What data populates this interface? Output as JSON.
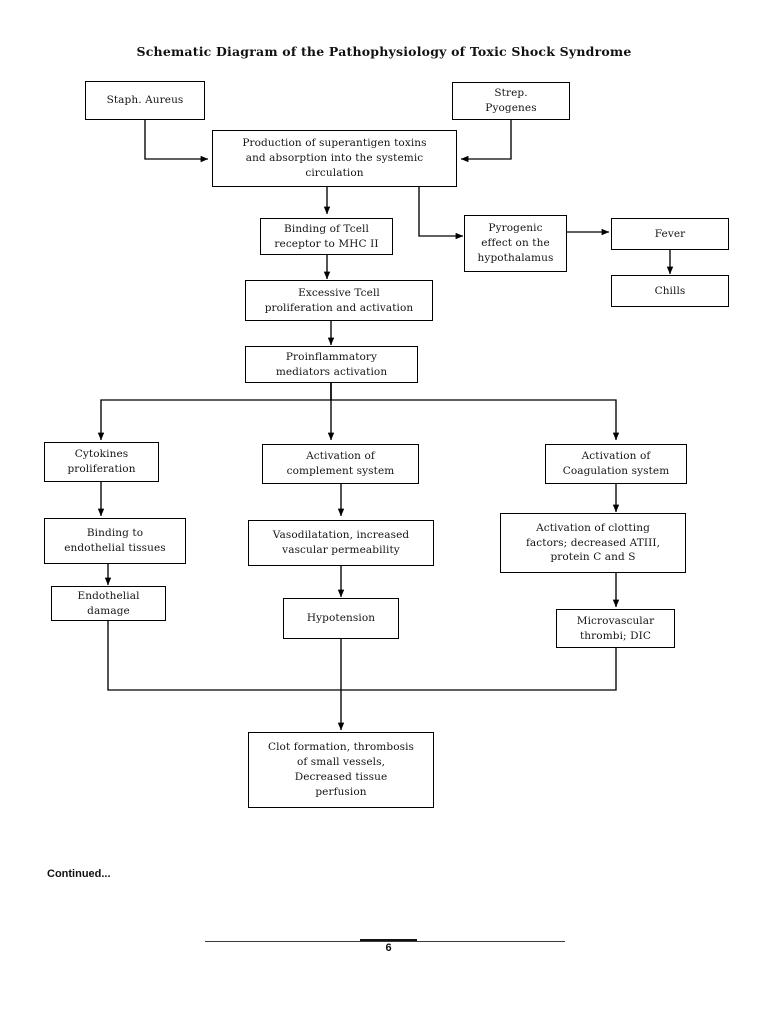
{
  "document": {
    "title": "Schematic Diagram of the Pathophysiology of Toxic Shock Syndrome",
    "continued_label": "Continued...",
    "page_number": "6"
  },
  "colors": {
    "ink": "#000000",
    "paper": "#ffffff",
    "rule": "#3a3a3a"
  },
  "diagram": {
    "type": "flowchart",
    "nodes": {
      "staph": "Staph. Aureus",
      "strep": "Strep.\nPyogenes",
      "production": "Production of superantigen toxins\nand absorption into the systemic\ncirculation",
      "binding_tcell": "Binding of Tcell\nreceptor to MHC II",
      "pyrogenic": "Pyrogenic\neffect on the\nhypothalamus",
      "fever": "Fever",
      "chills": "Chills",
      "excessive_tcell": "Excessive Tcell\nproliferation and activation",
      "proinflammatory": "Proinflammatory\nmediators activation",
      "cytokines": "Cytokines\nproliferation",
      "binding_endothelial": "Binding to\nendothelial tissues",
      "endothelial_damage": "Endothelial\ndamage",
      "complement": "Activation of\ncomplement system",
      "vasodilatation": "Vasodilatation, increased\nvascular permeability",
      "hypotension": "Hypotension",
      "coagulation": "Activation of\nCoagulation system",
      "clotting_factors": "Activation of clotting\nfactors; decreased ATIII,\nprotein C and S",
      "microvascular": "Microvascular\nthrombi; DIC",
      "clot_formation": "Clot formation, thrombosis\nof small vessels,\nDecreased tissue\nperfusion"
    },
    "edges": [
      {
        "from": "staph",
        "to": "production"
      },
      {
        "from": "strep",
        "to": "production"
      },
      {
        "from": "production",
        "to": "binding_tcell"
      },
      {
        "from": "production",
        "to": "pyrogenic"
      },
      {
        "from": "pyrogenic",
        "to": "fever"
      },
      {
        "from": "fever",
        "to": "chills"
      },
      {
        "from": "binding_tcell",
        "to": "excessive_tcell"
      },
      {
        "from": "excessive_tcell",
        "to": "proinflammatory"
      },
      {
        "from": "proinflammatory",
        "to": "cytokines"
      },
      {
        "from": "proinflammatory",
        "to": "complement"
      },
      {
        "from": "proinflammatory",
        "to": "coagulation"
      },
      {
        "from": "cytokines",
        "to": "binding_endothelial"
      },
      {
        "from": "binding_endothelial",
        "to": "endothelial_damage"
      },
      {
        "from": "complement",
        "to": "vasodilatation"
      },
      {
        "from": "vasodilatation",
        "to": "hypotension"
      },
      {
        "from": "coagulation",
        "to": "clotting_factors"
      },
      {
        "from": "clotting_factors",
        "to": "microvascular"
      },
      {
        "from": "endothelial_damage",
        "to": "clot_formation"
      },
      {
        "from": "hypotension",
        "to": "clot_formation"
      },
      {
        "from": "microvascular",
        "to": "clot_formation"
      }
    ]
  }
}
